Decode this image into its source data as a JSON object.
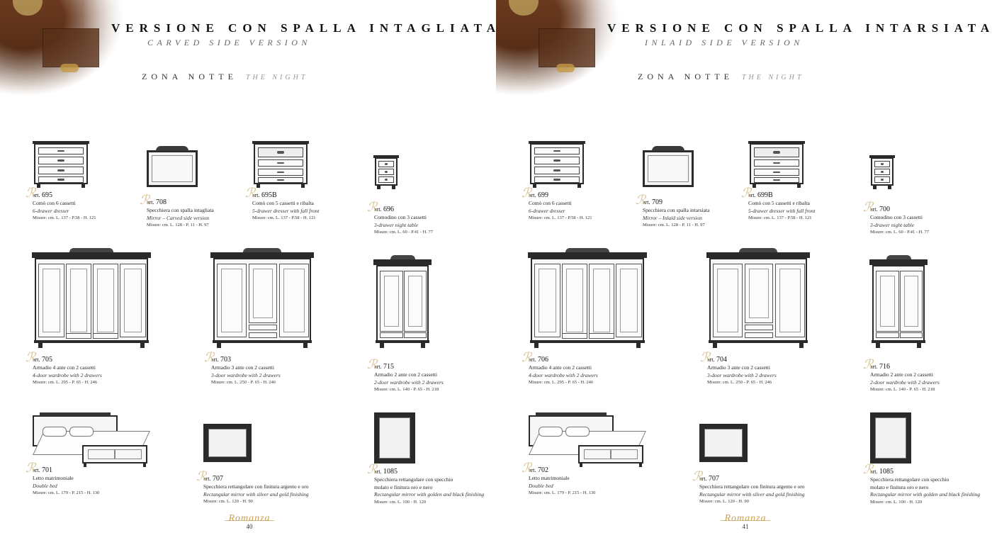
{
  "left": {
    "title": "VERSIONE CON SPALLA INTAGLIATA",
    "subtitle": "CARVED SIDE VERSION",
    "zone": "ZONA NOTTE",
    "zone_en": "THE NIGHT",
    "page_number": "40",
    "logo_text": "Romanza",
    "items": [
      {
        "art_prefix": "art.",
        "art": "695",
        "desc": "Comò con 6 cassetti",
        "desc_en": "6-drawer dresser",
        "dims": "Misure: cm. L. 137 - P.58 - H. 121"
      },
      {
        "art_prefix": "art.",
        "art": "708",
        "desc": "Specchiera con spalla intagliata",
        "desc_en": "Mirror – Carved side version",
        "dims": "Misure: cm. L. 128 - P. 11 - H. 97"
      },
      {
        "art_prefix": "art.",
        "art": "695B",
        "desc": "Comò con 5 cassetti e ribalta",
        "desc_en": "5-drawer dresser with fall front",
        "dims": "Misure: cm. L. 137 - P.58 - H. 121"
      },
      {
        "art_prefix": "art.",
        "art": "696",
        "desc": "Comodino con 3 cassetti",
        "desc_en": "3-drawer night table",
        "dims": "Misure: cm. L. 60 - P.41 - H. 77"
      },
      {
        "art_prefix": "art.",
        "art": "705",
        "desc": "Armadio 4 ante con 2 cassetti",
        "desc_en": "4-door wardrobe with 2 drawers",
        "dims": "Misure: cm. L. 295 - P. 65 - H. 246"
      },
      {
        "art_prefix": "art.",
        "art": "703",
        "desc": "Armadio 3 ante con 2 cassetti",
        "desc_en": "3-door wardrobe with 2 drawers",
        "dims": "Misure: cm. L. 250 - P. 65 - H. 246"
      },
      {
        "art_prefix": "art.",
        "art": "715",
        "desc": "Armadio 2 ante con 2 cassetti",
        "desc_en": "2-door wardrobe with 2 drawers",
        "dims": "Misure: cm. L. 140 - P. 65 - H. 218"
      },
      {
        "art_prefix": "art.",
        "art": "701",
        "desc": "Letto matrimoniale",
        "desc_en": "Double bed",
        "dims": "Misure: cm. L. 179 - P. 215 - H. 130"
      },
      {
        "art_prefix": "art.",
        "art": "707",
        "desc": "Specchiera rettangolare con finitura argento e oro",
        "desc_en": "Rectangular mirror with silver and gold finishing",
        "dims": "Misure: cm. L. 120 - H. 90"
      },
      {
        "art_prefix": "art.",
        "art": "1085",
        "desc": "Specchiera rettangolare con specchio",
        "desc2": "molato e finitura oro e nero",
        "desc_en": "Rectangular mirror with golden and black finishing",
        "dims": "Misure: cm. L. 100 - H. 120"
      }
    ]
  },
  "right": {
    "title": "VERSIONE CON SPALLA INTARSIATA",
    "subtitle": "INLAID SIDE VERSION",
    "zone": "ZONA NOTTE",
    "zone_en": "THE NIGHT",
    "page_number": "41",
    "logo_text": "Romanza",
    "items": [
      {
        "art_prefix": "art.",
        "art": "699",
        "desc": "Comò con 6 cassetti",
        "desc_en": "6-drawer dresser",
        "dims": "Misure: cm. L. 137 - P.58 - H. 121"
      },
      {
        "art_prefix": "art.",
        "art": "709",
        "desc": "Specchiera con spalla intarsiata",
        "desc_en": "Mirror – Inlaid side version",
        "dims": "Misure: cm. L. 128 - P. 11 - H. 97"
      },
      {
        "art_prefix": "art.",
        "art": "699B",
        "desc": "Comò con 5 cassetti e ribalta",
        "desc_en": "5-drawer dresser with fall front",
        "dims": "Misure: cm. L. 137 - P.58 - H. 121"
      },
      {
        "art_prefix": "art.",
        "art": "700",
        "desc": "Comodino con 3 cassetti",
        "desc_en": "3-drawer night table",
        "dims": "Misure: cm. L. 60 - P.41 - H. 77"
      },
      {
        "art_prefix": "art.",
        "art": "706",
        "desc": "Armadio 4 ante con 2 cassetti",
        "desc_en": "4-door wardrobe with 2 drawers",
        "dims": "Misure: cm. L. 295 - P. 65 - H. 246"
      },
      {
        "art_prefix": "art.",
        "art": "704",
        "desc": "Armadio 3 ante con 2 cassetti",
        "desc_en": "3-door wardrobe with 2 drawers",
        "dims": "Misure: cm. L. 250 - P. 65 - H. 246"
      },
      {
        "art_prefix": "art.",
        "art": "716",
        "desc": "Armadio 2 ante con 2 cassetti",
        "desc_en": "2-door wardrobe with 2 drawers",
        "dims": "Misure: cm. L. 140 - P. 65 - H. 218"
      },
      {
        "art_prefix": "art.",
        "art": "702",
        "desc": "Letto matrimoniale",
        "desc_en": "Double bed",
        "dims": "Misure: cm. L. 179 - P. 215 - H. 130"
      },
      {
        "art_prefix": "art.",
        "art": "707",
        "desc": "Specchiera rettangolare con finitura argento e oro",
        "desc_en": "Rectangular mirror with silver and gold finishing",
        "dims": "Misure: cm. L. 120 - H. 90"
      },
      {
        "art_prefix": "art.",
        "art": "1085",
        "desc": "Specchiera rettangolare con specchio",
        "desc2": "molato e finitura oro e nero",
        "desc_en": "Rectangular mirror with golden and black finishing",
        "dims": "Misure: cm. L. 100 - H. 120"
      }
    ]
  }
}
